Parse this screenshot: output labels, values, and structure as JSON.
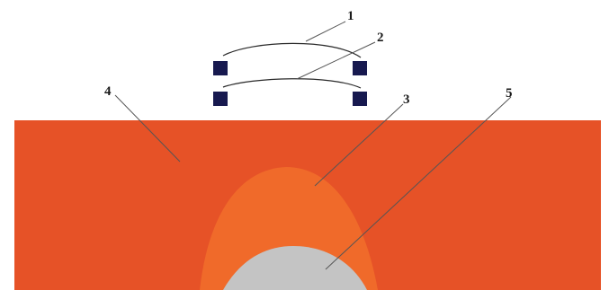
{
  "colors": {
    "background": "#ffffff",
    "substrate": "#e65227",
    "heated_zone": "#f06a2a",
    "core": "#c4c4c4",
    "coil_conductor": "#17194f",
    "leader_line": "#555555"
  },
  "callouts": [
    {
      "label": "1"
    },
    {
      "label": "2"
    },
    {
      "label": "3"
    },
    {
      "label": "4"
    },
    {
      "label": "5"
    }
  ]
}
